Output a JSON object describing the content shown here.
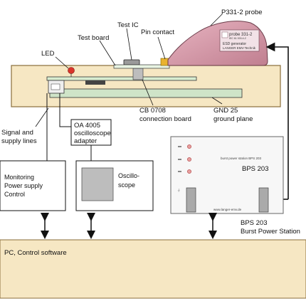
{
  "labels": {
    "p331_probe": "P331-2 probe",
    "test_ic": "Test IC",
    "test_board": "Test board",
    "pin_contact": "Pin contact",
    "led": "LED",
    "signal_lines_1": "Signal and",
    "signal_lines_2": "supply lines",
    "cb_1": "CB 0708",
    "cb_2": "connection board",
    "gnd_1": "GND 25",
    "gnd_2": "ground plane",
    "oa_1": "OA 4005",
    "oa_2": "oscilloscope",
    "oa_3": "adapter",
    "mon_1": "Monitoring",
    "mon_2": "Power supply",
    "mon_3": "Control",
    "osc_1": "Oscillo-",
    "osc_2": "scope",
    "bps_1": "BPS 203",
    "bps_2": "Burst Power Station",
    "pc": "PC, Control software"
  },
  "probe_label": {
    "line1": "probe 331-2",
    "line2": "IEC 61 000-4-2",
    "line3": "ESD generator",
    "line4": "LANGER EMV-Technik"
  },
  "bps_panel": {
    "header": "burst power station BPS 203",
    "model": "BPS 203",
    "led_labels": [
      "",
      "",
      ""
    ],
    "footer": "www.langer-emv.de"
  },
  "colors": {
    "bench": "#f6e7c3",
    "bench_stroke": "#8a6d3b",
    "gnd_plane": "#cfe4c8",
    "probe": "#d79aa8",
    "probe_stroke": "#6b3d4a",
    "pc": "#f6e7c3",
    "led": "#d9342b",
    "pin_contact": "#e9b22f"
  }
}
